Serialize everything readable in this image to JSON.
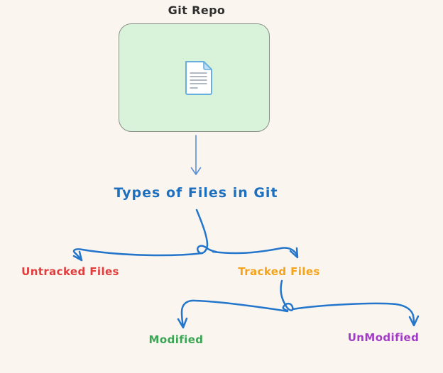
{
  "canvas": {
    "background_color": "#faf5ee"
  },
  "diagram": {
    "repo_box": {
      "label": "Git Repo",
      "label_color": "#2e2e2e",
      "fill_color": "#d9f2da",
      "border_color": "#8a8f8a",
      "icon": "document-icon"
    },
    "nodes": {
      "types": {
        "text": "Types of Files in Git",
        "color": "#1d6fc0"
      },
      "untracked": {
        "text": "Untracked Files",
        "color": "#e03e3e"
      },
      "tracked": {
        "text": "Tracked Files",
        "color": "#f6a31c"
      },
      "modified": {
        "text": "Modified",
        "color": "#3ba455"
      },
      "unmodified": {
        "text": "UnModified",
        "color": "#a23bc6"
      }
    },
    "arrows": {
      "color": "#2376cb",
      "connections": [
        "git-repo -> types-of-files-in-git",
        "types-of-files-in-git -> untracked-files",
        "types-of-files-in-git -> tracked-files",
        "tracked-files -> modified",
        "tracked-files -> unmodified"
      ]
    }
  }
}
